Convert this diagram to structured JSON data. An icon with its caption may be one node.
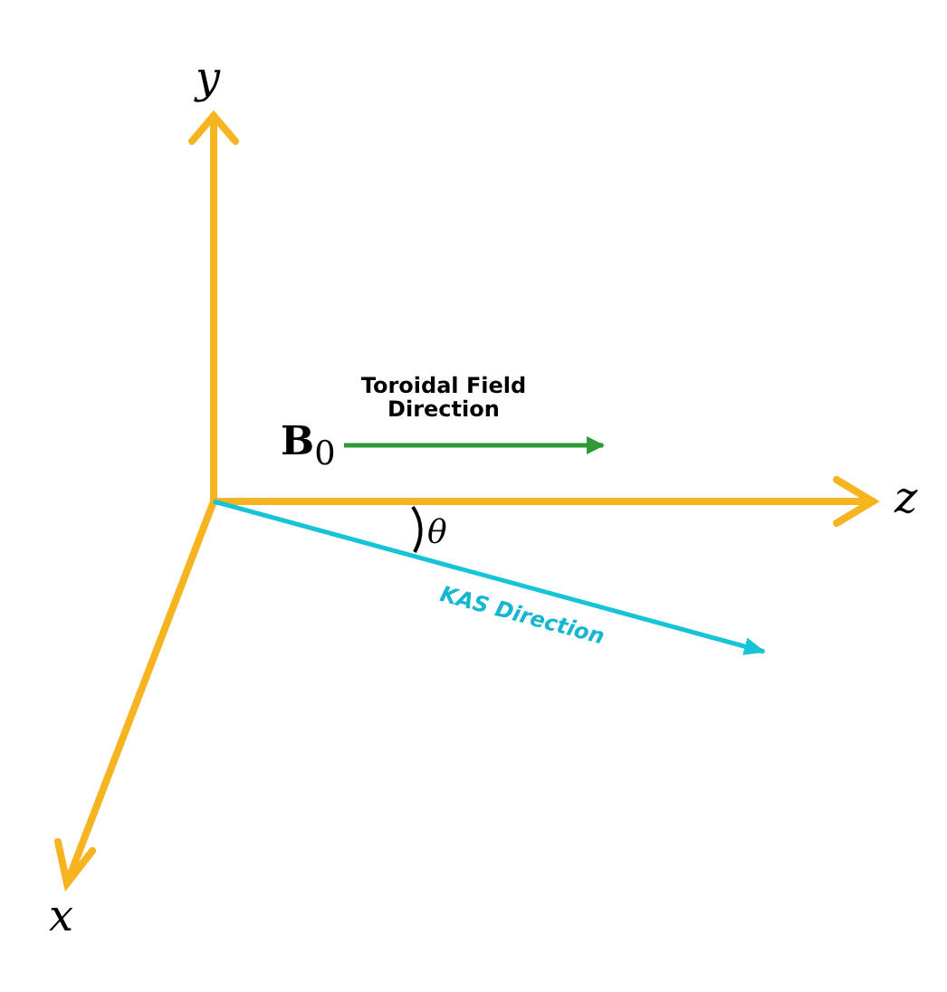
{
  "diagram": {
    "labels": [
      "y",
      "**B**$_{0}$",
      "Toroidal Field Direction",
      "z",
      "θ",
      "KAS Direction",
      "x"
    ]
  }
}
